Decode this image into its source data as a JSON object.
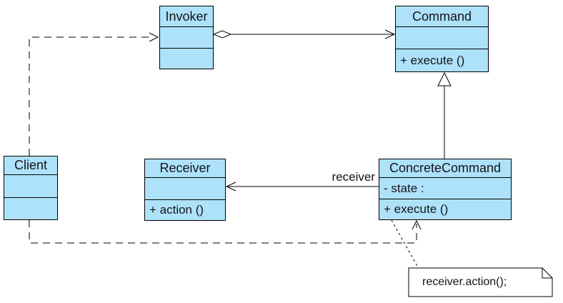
{
  "classes": {
    "invoker": {
      "name": "Invoker",
      "attributes": "",
      "methods": ""
    },
    "command": {
      "name": "Command",
      "attributes": "",
      "methods": "+ execute ()"
    },
    "client": {
      "name": "Client",
      "attributes": "",
      "methods": ""
    },
    "receiver": {
      "name": "Receiver",
      "attributes": "",
      "methods": "+ action ()"
    },
    "concrete_command": {
      "name": "ConcreteCommand",
      "attributes": "- state :",
      "methods": "+ execute ()"
    }
  },
  "labels": {
    "association_role": "receiver"
  },
  "note": {
    "text": "receiver.action();"
  },
  "relationships": [
    {
      "from": "Client",
      "to": "Invoker",
      "type": "dependency",
      "style": "dashed-open-arrow"
    },
    {
      "from": "Invoker",
      "to": "Command",
      "type": "aggregation",
      "style": "hollow-diamond-open-arrow"
    },
    {
      "from": "ConcreteCommand",
      "to": "Command",
      "type": "generalization",
      "style": "solid-hollow-triangle"
    },
    {
      "from": "ConcreteCommand",
      "to": "Receiver",
      "type": "association",
      "style": "solid-open-arrow",
      "label": "receiver"
    },
    {
      "from": "Client",
      "to": "ConcreteCommand",
      "type": "dependency",
      "style": "dashed-open-arrow"
    },
    {
      "from": "ConcreteCommand",
      "to": "note",
      "type": "note-anchor",
      "style": "dotted"
    }
  ],
  "colors": {
    "class_fill": "#AEE2FB",
    "stroke": "#000000",
    "note_fill": "#FFFFFF",
    "text": "#141419",
    "background": "#FFFFFF"
  }
}
